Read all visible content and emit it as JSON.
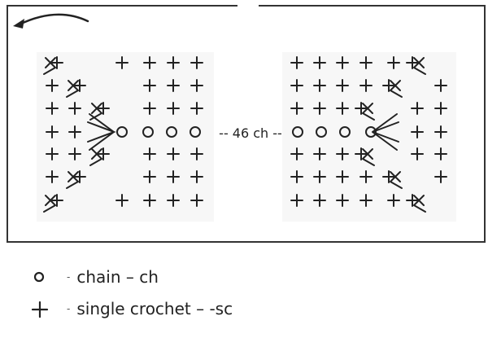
{
  "diagram": {
    "center_label": "-- 46 ch --",
    "icons": {
      "direction_arrow": "curved-arrow-left-icon"
    }
  },
  "legend": [
    {
      "icon": "chain-icon",
      "dash": "-",
      "text": "chain – ch"
    },
    {
      "icon": "plus-icon",
      "dash": "-",
      "text": "single crochet – -sc"
    }
  ],
  "colors": {
    "ink": "#222222",
    "frame": "#333333",
    "panel": "#f7f7f7"
  }
}
